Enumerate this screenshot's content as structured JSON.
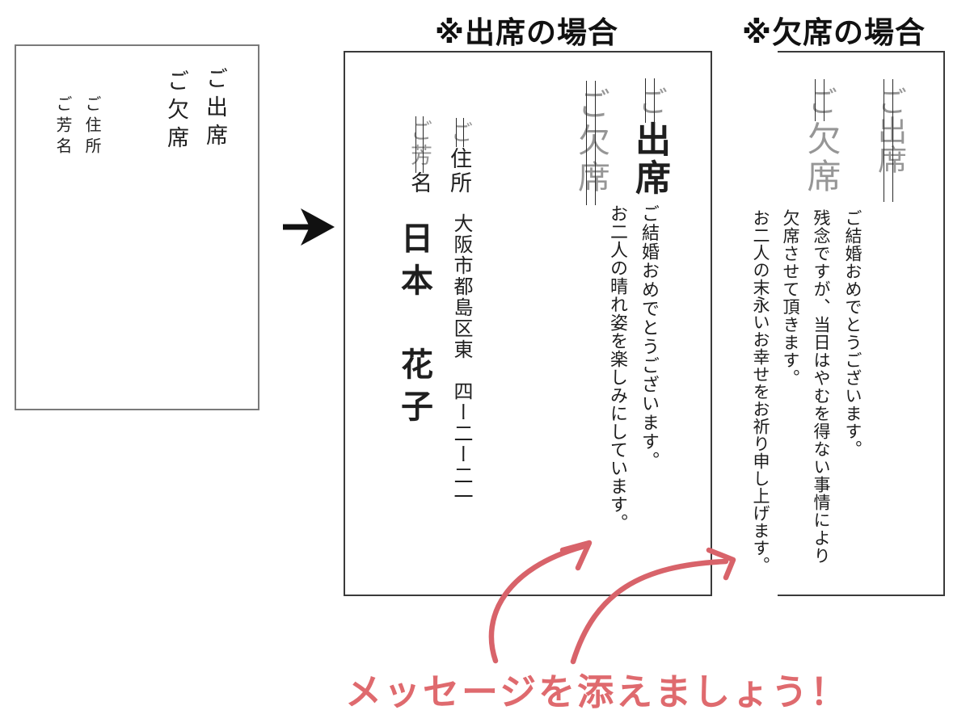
{
  "colors": {
    "pink_text": "#df6a6e",
    "pink_arrow": "#d8636a",
    "gray_printed": "#969696",
    "ink": "#1f1f1f"
  },
  "headers": {
    "attend": "※出席の場合",
    "decline": "※欠席の場合"
  },
  "blank_card": {
    "attend_label": "ご出席",
    "decline_label": "ご欠席",
    "address_label": "ご住所",
    "name_label": "ご芳名"
  },
  "attend_card": {
    "honorific_struck": "ご",
    "attend_kept": "出席",
    "decline_struck": "ご欠席",
    "address_honorific_struck": "ご",
    "address_kept": "住所",
    "name_honorific_struck": "ご芳",
    "name_kept": "名",
    "address_value": "大阪市都島区東　四ー二ー二一",
    "name_value": "日本　花子",
    "message": [
      "ご結婚おめでとうございます。",
      "お二人の晴れ姿を楽しみにしています。"
    ]
  },
  "decline_card": {
    "attend_struck": "ご出席",
    "honorific_struck": "ご",
    "decline_kept": "欠席",
    "message": [
      "ご結婚おめでとうございます。",
      "残念ですが、当日はやむを得ない事情により",
      "欠席させて頂きます。",
      "お二人の末永いお幸せをお祈り申し上げます。"
    ]
  },
  "callout": {
    "text": "メッセージを添えましょう！"
  }
}
